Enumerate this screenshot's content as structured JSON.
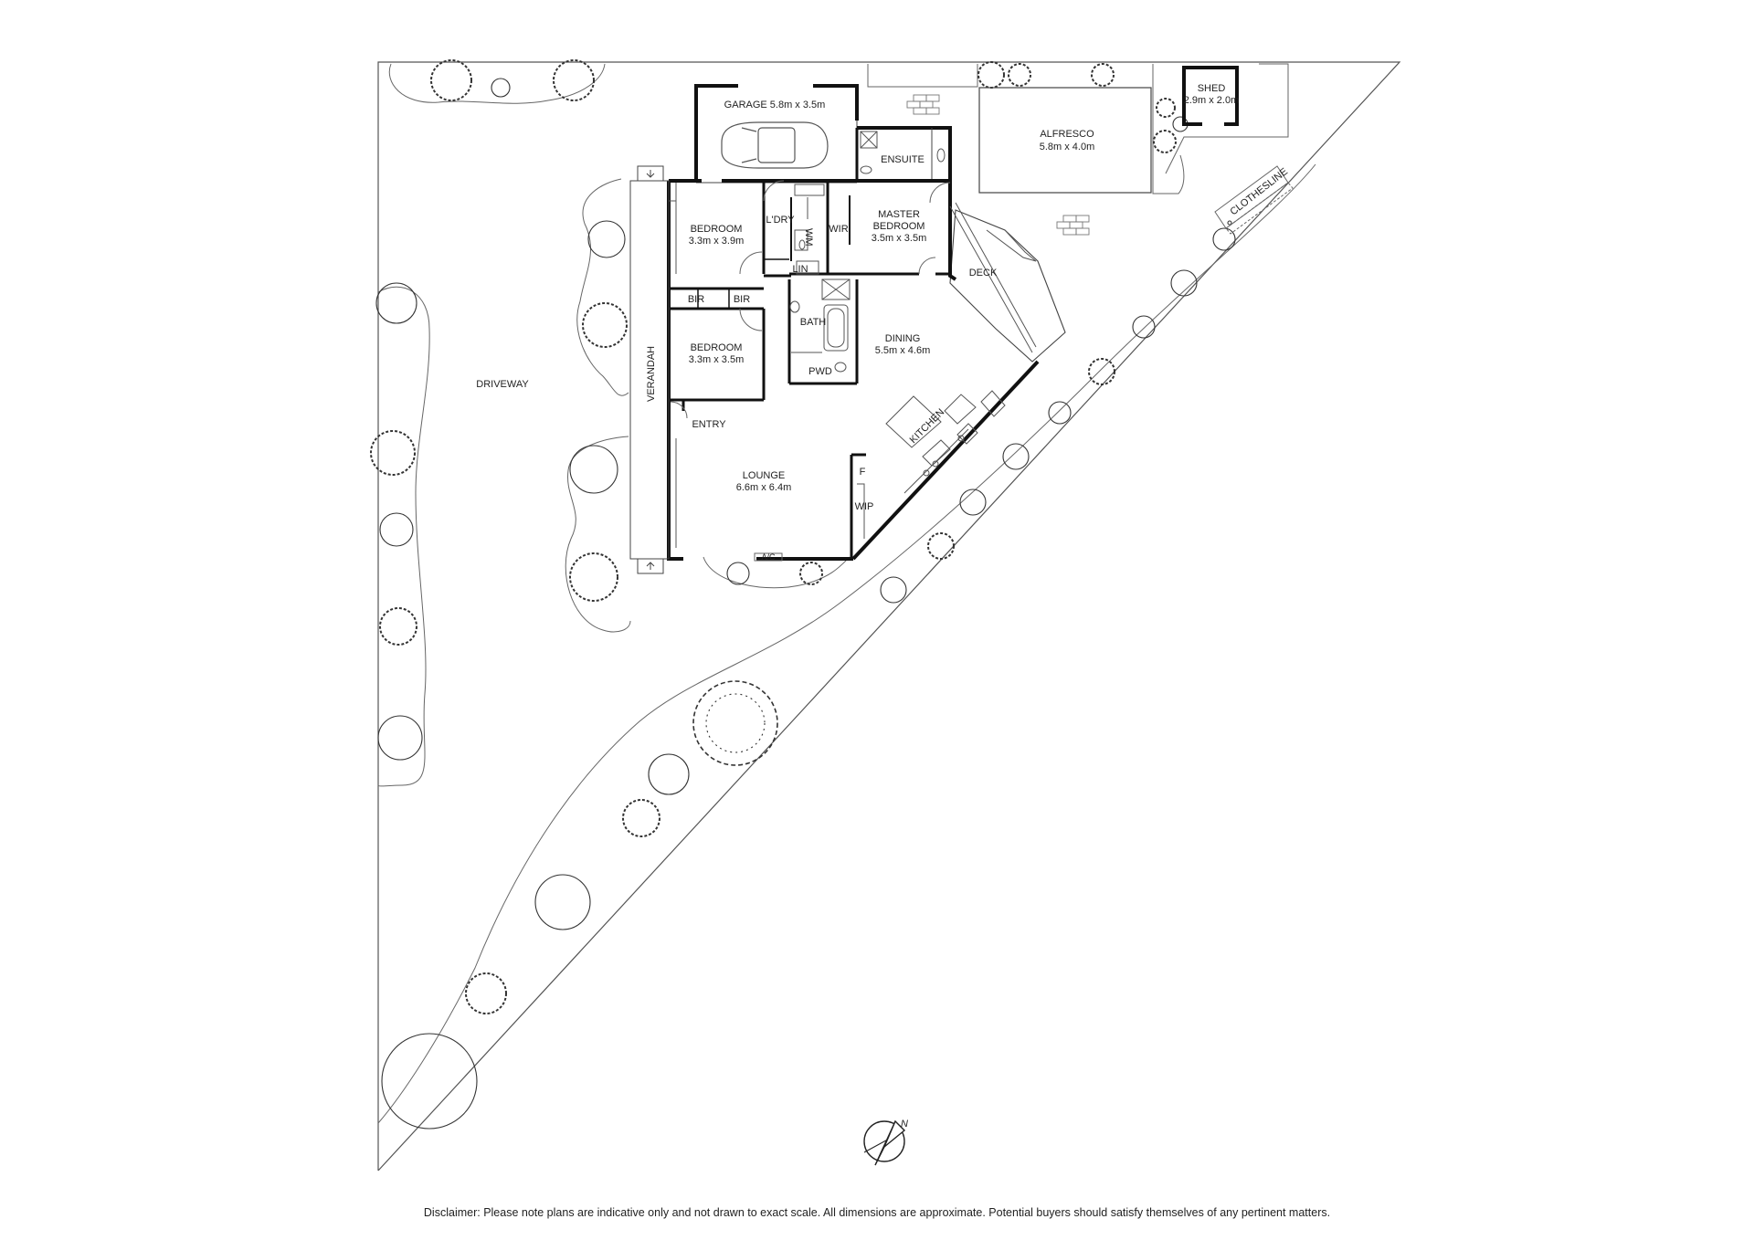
{
  "plan": {
    "garage": {
      "name": "GARAGE 5.8m x 3.5m"
    },
    "ensuite": {
      "name": "ENSUITE"
    },
    "alfresco": {
      "name": "ALFRESCO",
      "dims": "5.8m x 4.0m"
    },
    "shed": {
      "name": "SHED",
      "dims": "2.9m x 2.0m"
    },
    "clothesline": "CLOTHESLINE",
    "bed1": {
      "name": "BEDROOM",
      "dims": "3.3m x 3.9m"
    },
    "bed2": {
      "name": "BEDROOM",
      "dims": "3.3m x 3.5m"
    },
    "master": {
      "name1": "MASTER",
      "name2": "BEDROOM",
      "dims": "3.5m x 3.5m"
    },
    "laundry": "L'DRY",
    "wm": "WM",
    "wir": "WIR",
    "lin": "LIN",
    "bir1": "BIR",
    "bir2": "BIR",
    "bath": "BATH",
    "pwd": "PWD",
    "deck": "DECK",
    "dining": {
      "name": "DINING",
      "dims": "5.5m x 4.6m"
    },
    "kitchen": "KITCHEN",
    "fridge": "F",
    "wip": "WIP",
    "entry": "ENTRY",
    "lounge": {
      "name": "LOUNGE",
      "dims": "6.6m x 6.4m"
    },
    "ac": "A/C",
    "verandah": "VERANDAH",
    "driveway": "DRIVEWAY",
    "north": "N"
  },
  "disclaimer": "Disclaimer: Please note plans are indicative only and not drawn to exact scale. All dimensions are approximate. Potential buyers should satisfy themselves of any pertinent matters.",
  "colors": {
    "line": "#444444",
    "wall": "#111111",
    "text": "#222222"
  }
}
